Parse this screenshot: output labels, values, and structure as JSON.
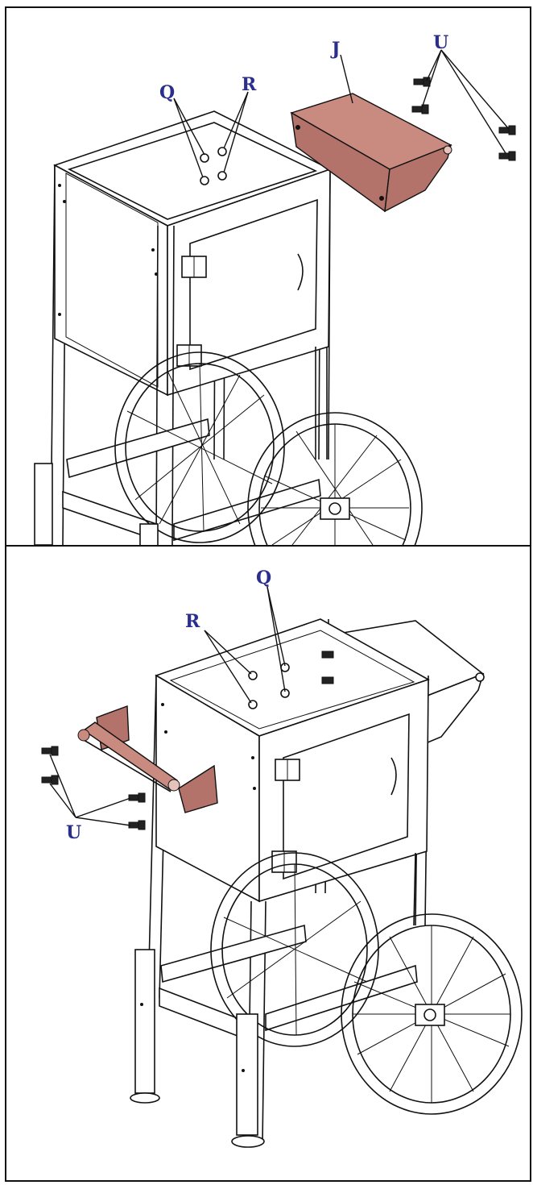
{
  "diagram": {
    "top_panel": {
      "labels": {
        "q": "Q",
        "r": "R",
        "j": "J",
        "u": "U"
      }
    },
    "bottom_panel": {
      "labels": {
        "q": "Q",
        "r": "R",
        "u": "U"
      }
    },
    "colors": {
      "part_fill": "#c98a80",
      "label": "#2a2e8c",
      "line": "#111111"
    }
  }
}
